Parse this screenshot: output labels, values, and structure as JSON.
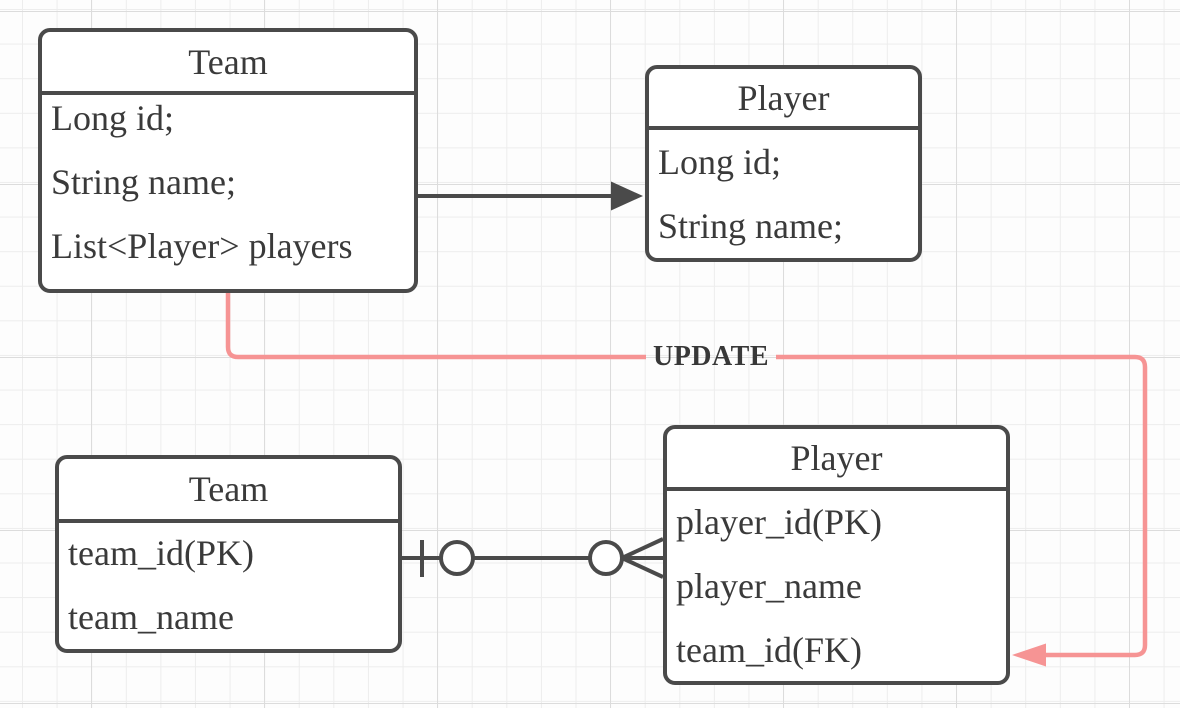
{
  "diagram": {
    "entities": [
      {
        "kind": "class",
        "title": "Team",
        "fields": [
          "Long id;",
          "String name;",
          "List<Player> players"
        ]
      },
      {
        "kind": "class",
        "title": "Player",
        "fields": [
          "Long id;",
          "String name;"
        ]
      },
      {
        "kind": "table",
        "title": "Team",
        "fields": [
          "team_id(PK)",
          "team_name"
        ]
      },
      {
        "kind": "table",
        "title": "Player",
        "fields": [
          "player_id(PK)",
          "player_name",
          "team_id(FK)"
        ]
      }
    ],
    "connectors": {
      "class_association": {
        "from": "Team",
        "to": "Player",
        "style": "solid-arrow"
      },
      "update_flow": {
        "label": "UPDATE",
        "from": "Team",
        "to": "team_id(FK)"
      },
      "one_to_many": {
        "from": "Team",
        "to": "Player",
        "notation": "crow-foot"
      }
    },
    "colors": {
      "stroke": "#4a4a4a",
      "text": "#3a3a3a",
      "update_red": "#f69494",
      "fill": "#ffffff"
    }
  }
}
